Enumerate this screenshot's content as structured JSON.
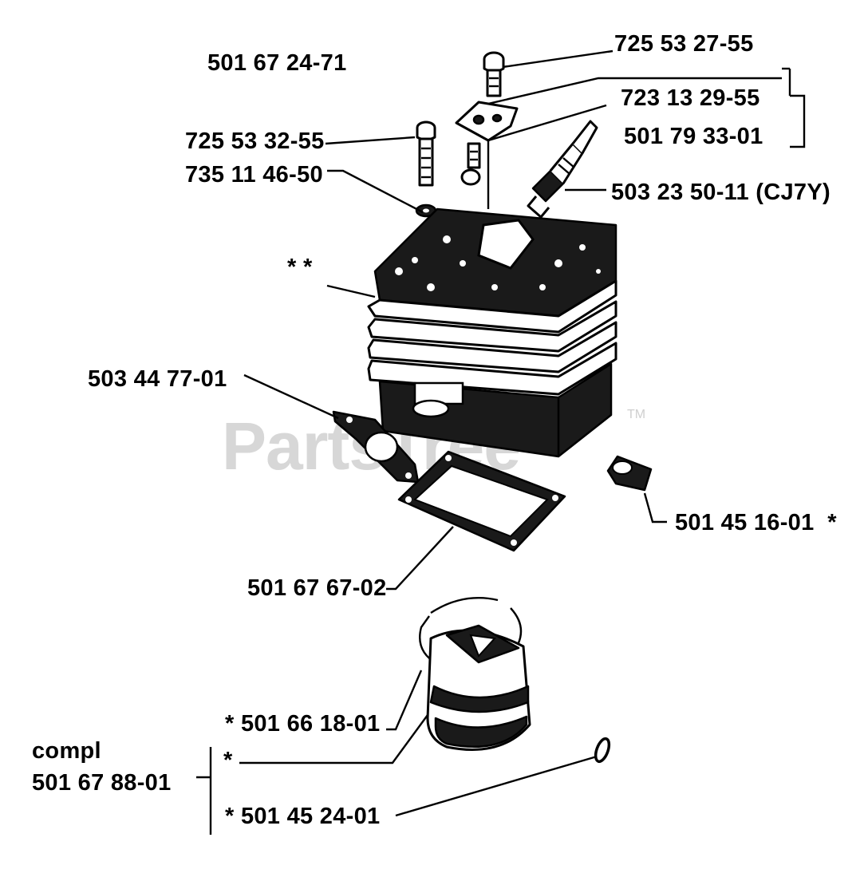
{
  "watermark": {
    "text": "PartsTree",
    "tm": "TM"
  },
  "assembly_number": "501 67 24-71",
  "labels": {
    "screw_top": "725 53 27-55",
    "plate_screw": "723 13 29-55",
    "plate": "501 79 33-01",
    "bolt": "725 53 32-55",
    "washer": "735 11 46-50",
    "spark_plug": "503 23 50-11 (CJ7Y)",
    "cylinder": "* *",
    "intake_gasket": "503 44 77-01",
    "cyl_cap": "501 45 16-01  *",
    "base_gasket": "501 67 67-02",
    "piston_ring": "* 501 66 18-01",
    "piston_star": "*",
    "circlip": "* 501 45 24-01",
    "compl_word": "compl",
    "compl_number": "501 67 88-01"
  }
}
